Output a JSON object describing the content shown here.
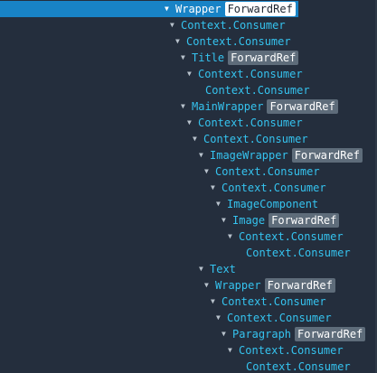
{
  "tree": [
    {
      "label": "Wrapper",
      "badge": "ForwardRef",
      "indent": 182,
      "arrow": true,
      "selected": true
    },
    {
      "label": "Context.Consumer",
      "indent": 188,
      "arrow": true
    },
    {
      "label": "Context.Consumer",
      "indent": 194,
      "arrow": true
    },
    {
      "label": "Title",
      "badge": "ForwardRef",
      "indent": 200,
      "arrow": true
    },
    {
      "label": "Context.Consumer",
      "indent": 207,
      "arrow": true
    },
    {
      "label": "Context.Consumer",
      "indent": 227,
      "arrow": false
    },
    {
      "label": "MainWrapper",
      "badge": "ForwardRef",
      "indent": 200,
      "arrow": true
    },
    {
      "label": "Context.Consumer",
      "indent": 207,
      "arrow": true
    },
    {
      "label": "Context.Consumer",
      "indent": 213,
      "arrow": true
    },
    {
      "label": "ImageWrapper",
      "badge": "ForwardRef",
      "indent": 220,
      "arrow": true
    },
    {
      "label": "Context.Consumer",
      "indent": 226,
      "arrow": true
    },
    {
      "label": "Context.Consumer",
      "indent": 233,
      "arrow": true
    },
    {
      "label": "ImageComponent",
      "indent": 239,
      "arrow": true
    },
    {
      "label": "Image",
      "badge": "ForwardRef",
      "indent": 245,
      "arrow": true
    },
    {
      "label": "Context.Consumer",
      "indent": 252,
      "arrow": true
    },
    {
      "label": "Context.Consumer",
      "indent": 272,
      "arrow": false
    },
    {
      "label": "Text",
      "indent": 220,
      "arrow": true
    },
    {
      "label": "Wrapper",
      "badge": "ForwardRef",
      "indent": 226,
      "arrow": true
    },
    {
      "label": "Context.Consumer",
      "indent": 233,
      "arrow": true
    },
    {
      "label": "Context.Consumer",
      "indent": 239,
      "arrow": true
    },
    {
      "label": "Paragraph",
      "badge": "ForwardRef",
      "indent": 245,
      "arrow": true
    },
    {
      "label": "Context.Consumer",
      "indent": 252,
      "arrow": true
    },
    {
      "label": "Context.Consumer",
      "indent": 272,
      "arrow": false
    }
  ],
  "icons": {
    "expanded": "caret-down-icon",
    "expanded_glyph": "▼"
  },
  "colors": {
    "background": "#242e3d",
    "selection": "#1883c6",
    "component_name": "#35c3ef",
    "badge_bg": "#5e6c7a",
    "badge_text": "#ffffff"
  }
}
